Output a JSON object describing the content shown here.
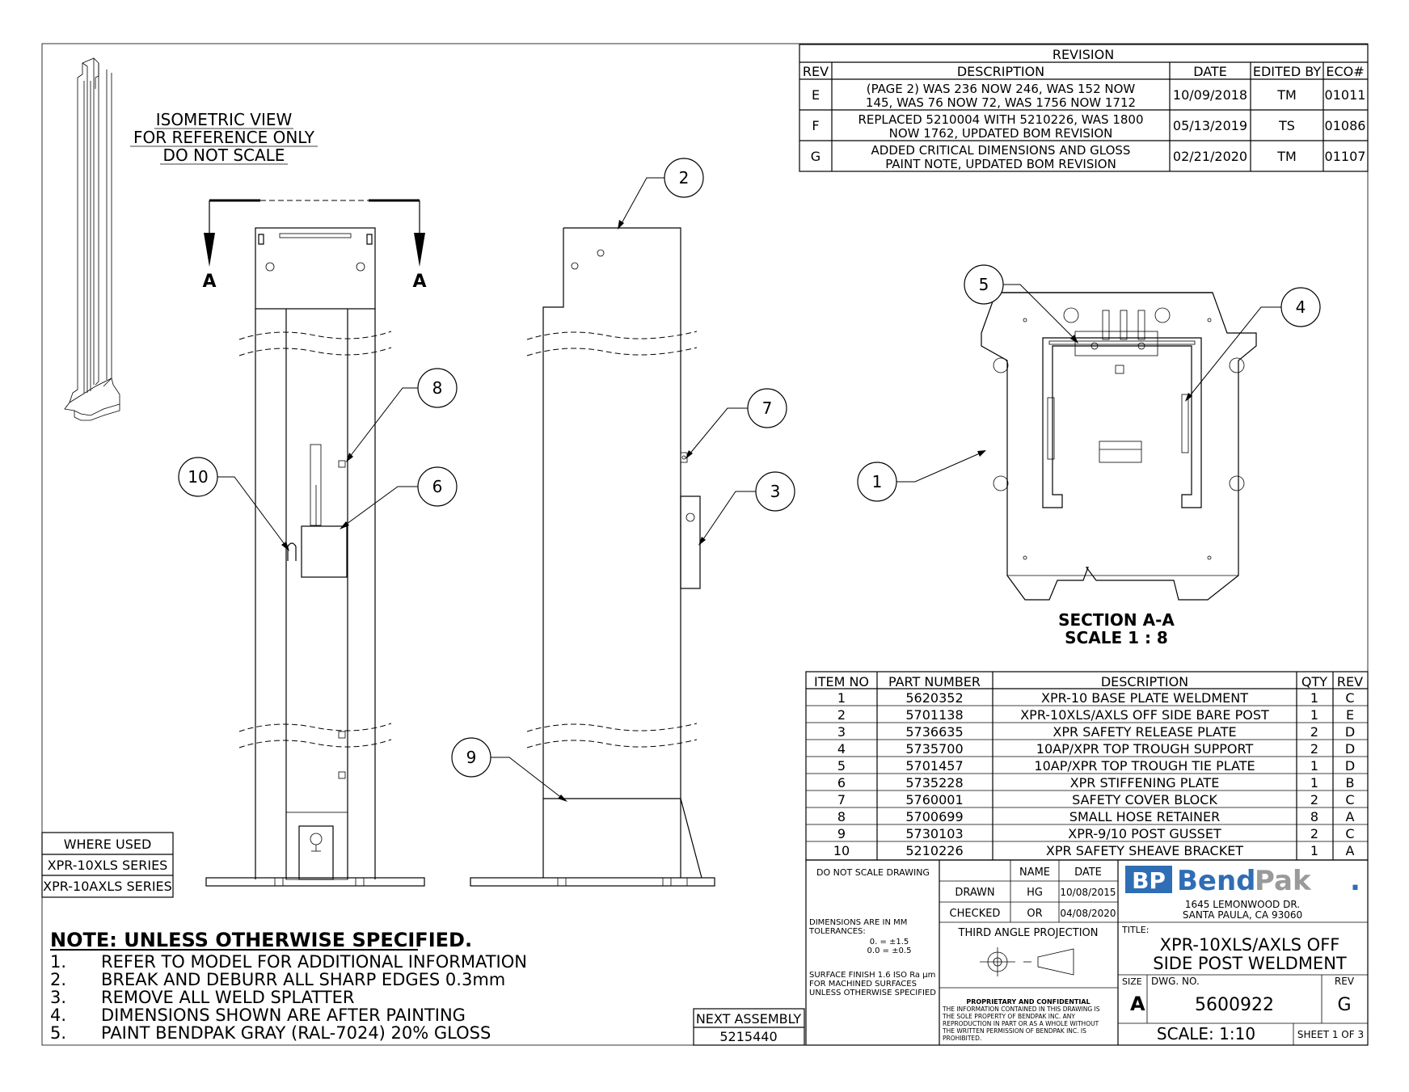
{
  "iso_note": [
    "ISOMETRIC VIEW",
    "FOR REFERENCE ONLY",
    "DO NOT SCALE"
  ],
  "section_marker": "A",
  "section_title": [
    "SECTION A-A",
    "SCALE 1 : 8"
  ],
  "balloons": {
    "b1": "1",
    "b2": "2",
    "b3": "3",
    "b4": "4",
    "b5": "5",
    "b6": "6",
    "b7": "7",
    "b8": "8",
    "b9": "9",
    "b10": "10"
  },
  "revision": {
    "title": "REVISION",
    "headers": [
      "REV",
      "DESCRIPTION",
      "DATE",
      "EDITED BY",
      "ECO#"
    ],
    "rows": [
      {
        "rev": "E",
        "desc": [
          "(PAGE 2) WAS 236 NOW 246, WAS 152 NOW",
          "145, WAS 76 NOW 72, WAS 1756 NOW 1712"
        ],
        "date": "10/09/2018",
        "by": "TM",
        "eco": "01011"
      },
      {
        "rev": "F",
        "desc": [
          "REPLACED 5210004 WITH 5210226, WAS 1800",
          "NOW 1762, UPDATED BOM REVISION"
        ],
        "date": "05/13/2019",
        "by": "TS",
        "eco": "01086"
      },
      {
        "rev": "G",
        "desc": [
          "ADDED CRITICAL DIMENSIONS AND GLOSS",
          "PAINT NOTE, UPDATED BOM REVISION"
        ],
        "date": "02/21/2020",
        "by": "TM",
        "eco": "01107"
      }
    ]
  },
  "bom": {
    "headers": [
      "ITEM NO",
      "PART NUMBER",
      "DESCRIPTION",
      "QTY",
      "REV"
    ],
    "rows": [
      {
        "item": "1",
        "part": "5620352",
        "desc": "XPR-10 BASE PLATE WELDMENT",
        "qty": "1",
        "rev": "C"
      },
      {
        "item": "2",
        "part": "5701138",
        "desc": "XPR-10XLS/AXLS OFF SIDE BARE POST",
        "qty": "1",
        "rev": "E"
      },
      {
        "item": "3",
        "part": "5736635",
        "desc": "XPR SAFETY RELEASE PLATE",
        "qty": "2",
        "rev": "D"
      },
      {
        "item": "4",
        "part": "5735700",
        "desc": "10AP/XPR TOP TROUGH SUPPORT",
        "qty": "2",
        "rev": "D"
      },
      {
        "item": "5",
        "part": "5701457",
        "desc": "10AP/XPR TOP TROUGH TIE PLATE",
        "qty": "1",
        "rev": "D"
      },
      {
        "item": "6",
        "part": "5735228",
        "desc": "XPR STIFFENING PLATE",
        "qty": "1",
        "rev": "B"
      },
      {
        "item": "7",
        "part": "5760001",
        "desc": "SAFETY COVER BLOCK",
        "qty": "2",
        "rev": "C"
      },
      {
        "item": "8",
        "part": "5700699",
        "desc": "SMALL HOSE RETAINER",
        "qty": "8",
        "rev": "A"
      },
      {
        "item": "9",
        "part": "5730103",
        "desc": "XPR-9/10 POST GUSSET",
        "qty": "2",
        "rev": "C"
      },
      {
        "item": "10",
        "part": "5210226",
        "desc": "XPR SAFETY SHEAVE BRACKET",
        "qty": "1",
        "rev": "A"
      }
    ]
  },
  "where_used": {
    "title": "WHERE USED",
    "items": [
      "XPR-10XLS SERIES",
      "XPR-10AXLS SERIES"
    ]
  },
  "notes": {
    "title": "NOTE: UNLESS OTHERWISE SPECIFIED.",
    "items": [
      {
        "n": "1.",
        "text": "REFER TO MODEL FOR ADDITIONAL INFORMATION"
      },
      {
        "n": "2.",
        "text": "BREAK AND DEBURR ALL SHARP EDGES 0.3mm"
      },
      {
        "n": "3.",
        "text": "REMOVE ALL WELD SPLATTER"
      },
      {
        "n": "4.",
        "text": "DIMENSIONS SHOWN ARE AFTER PAINTING"
      },
      {
        "n": "5.",
        "text": "PAINT BENDPAK GRAY (RAL-7024) 20% GLOSS"
      }
    ]
  },
  "next_assembly": {
    "label": "NEXT ASSEMBLY",
    "value": "5215440"
  },
  "title_block": {
    "do_not_scale": "DO NOT SCALE DRAWING",
    "name_label": "NAME",
    "date_label": "DATE",
    "drawn_label": "DRAWN",
    "drawn_name": "HG",
    "drawn_date": "10/08/2015",
    "checked_label": "CHECKED",
    "checked_name": "OR",
    "checked_date": "04/08/2020",
    "dims_note": [
      "DIMENSIONS ARE IN MM",
      "TOLERANCES:"
    ],
    "tol": [
      "0. = ±1.5",
      "0.0 = ±0.5"
    ],
    "finish": [
      "SURFACE FINISH 1.6 ISO Ra µm",
      "FOR MACHINED SURFACES",
      "UNLESS OTHERWISE SPECIFIED"
    ],
    "projection": "THIRD ANGLE PROJECTION",
    "prop_title": "PROPRIETARY AND CONFIDENTIAL",
    "prop_text": [
      "THE INFORMATION CONTAINED IN THIS DRAWING IS",
      "THE SOLE PROPERTY OF BENDPAK INC. ANY",
      "REPRODUCTION IN PART OR AS A WHOLE WITHOUT",
      "THE WRITTEN PERMISSION OF BENDPAK INC. IS",
      "PROHIBITED."
    ],
    "logo_bp": "BP",
    "logo_word1": "Bend",
    "logo_word2": "Pak",
    "logo_dot": ".",
    "address": [
      "1645 LEMONWOOD DR.",
      "SANTA PAULA, CA 93060"
    ],
    "title_label": "TITLE:",
    "title": [
      "XPR-10XLS/AXLS OFF",
      "SIDE POST WELDMENT"
    ],
    "size_label": "SIZE",
    "size": "A",
    "dwg_label": "DWG.  NO.",
    "dwg_no": "5600922",
    "rev_label": "REV",
    "rev": "G",
    "scale": "SCALE: 1:10",
    "sheet": "SHEET 1 OF 3"
  },
  "colors": {
    "logo_blue": "#2f6db5",
    "logo_gray": "#9a9a9a"
  }
}
